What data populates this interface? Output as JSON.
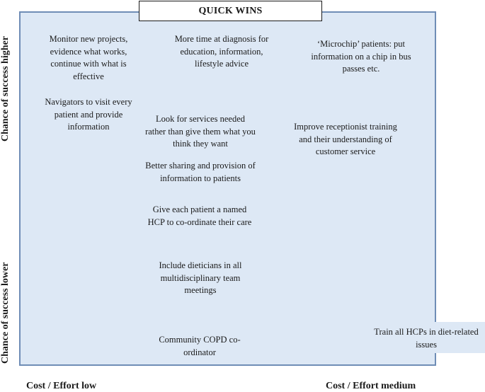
{
  "title": "QUICK WINS",
  "axes": {
    "y_high": "Chance of success higher",
    "y_low": "Chance of success lower",
    "x_low": "Cost / Effort low",
    "x_medium": "Cost / Effort medium"
  },
  "items": {
    "monitor_projects": "Monitor new projects, evidence what works, continue with what is effective",
    "diagnosis_time": "More time at diagnosis for education, information, lifestyle advice",
    "microchip": "‘Microchip’ patients: put information on a chip in bus passes etc.",
    "navigators": "Navigators to visit every patient and provide information",
    "services_needed": "Look for services needed rather than give them what you think they want",
    "receptionist": "Improve receptionist training and their understanding of customer service",
    "sharing_info": "Better sharing and provision of information to patients",
    "named_hcp": "Give each patient a named HCP to co-ordinate their care",
    "dieticians": "Include dieticians in all multidisciplinary team meetings",
    "copd": "Community COPD co-ordinator",
    "train_hcps": "Train all HCPs in diet-related issues"
  }
}
